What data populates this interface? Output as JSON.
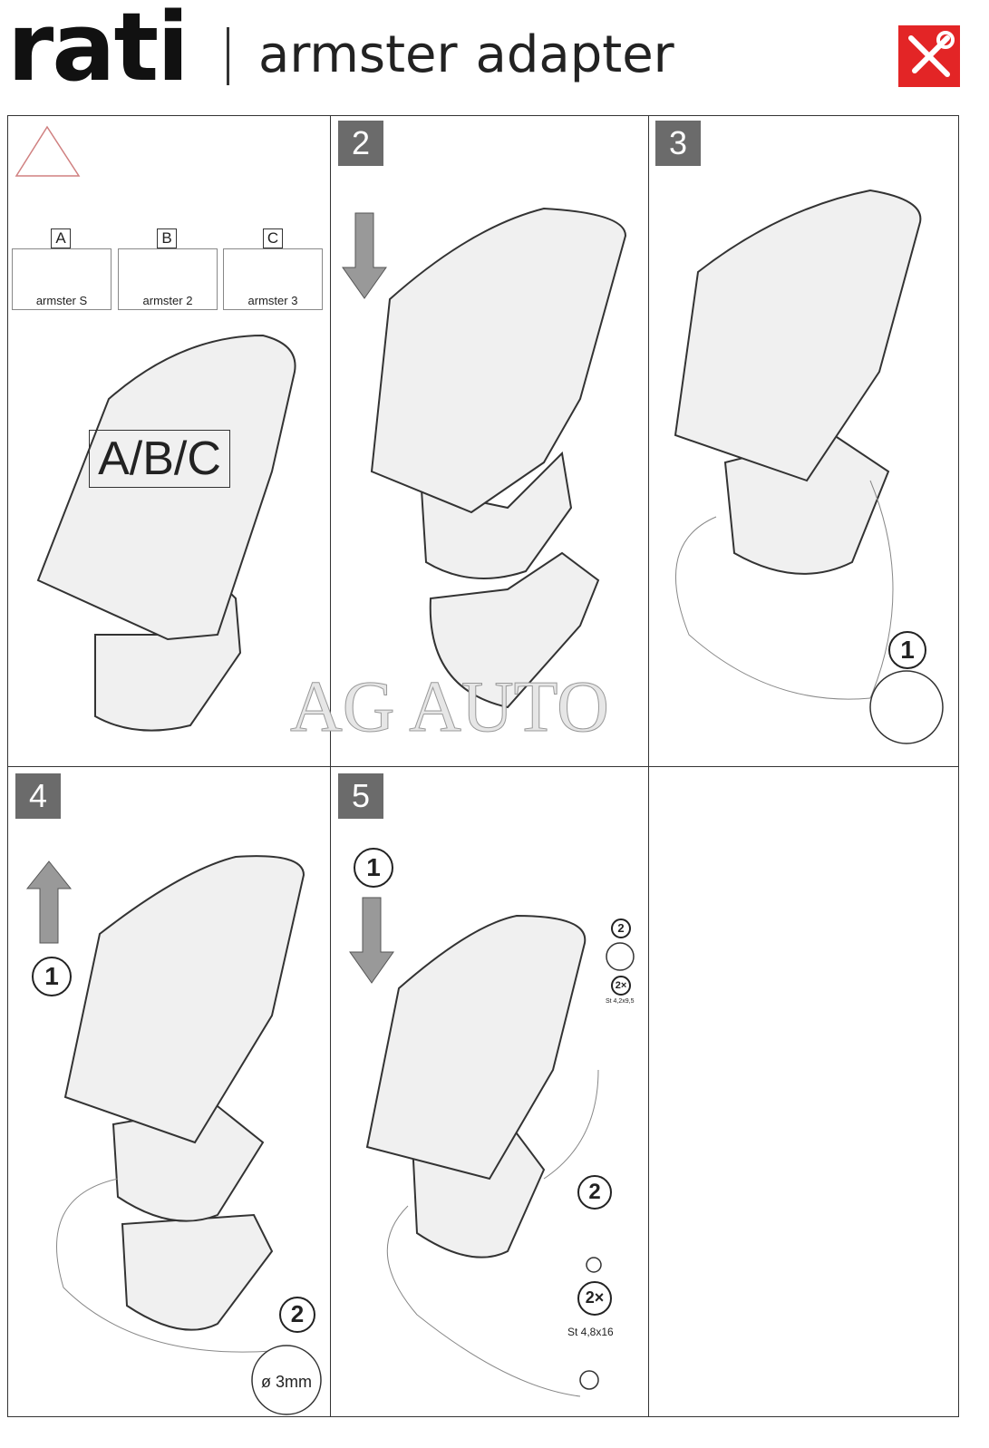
{
  "header": {
    "brand": "rati",
    "product": "armster",
    "subtitle": "adapter",
    "tools_icon": "tools-icon"
  },
  "panel1": {
    "warning_icon": "warning-icon",
    "options": [
      {
        "letter": "A",
        "name": "armster S"
      },
      {
        "letter": "B",
        "name": "armster 2"
      },
      {
        "letter": "C",
        "name": "armster 3"
      }
    ],
    "label": "A/B/C"
  },
  "panel2": {
    "step": "2"
  },
  "panel3": {
    "step": "3",
    "sub": "1"
  },
  "panel4": {
    "step": "4",
    "sub1": "1",
    "sub2": "2",
    "drill": "ø 3mm"
  },
  "panel5": {
    "step": "5",
    "sub1": "1",
    "sub2a": "2",
    "qty_a": "2×",
    "screw_a": "St 4,2x9,5",
    "sub2b": "2",
    "qty_b": "2×",
    "screw_b": "St 4,8x16"
  },
  "watermark": "AG AUTO",
  "colors": {
    "accent": "#e32526",
    "step_bg": "#6b6b6b"
  }
}
